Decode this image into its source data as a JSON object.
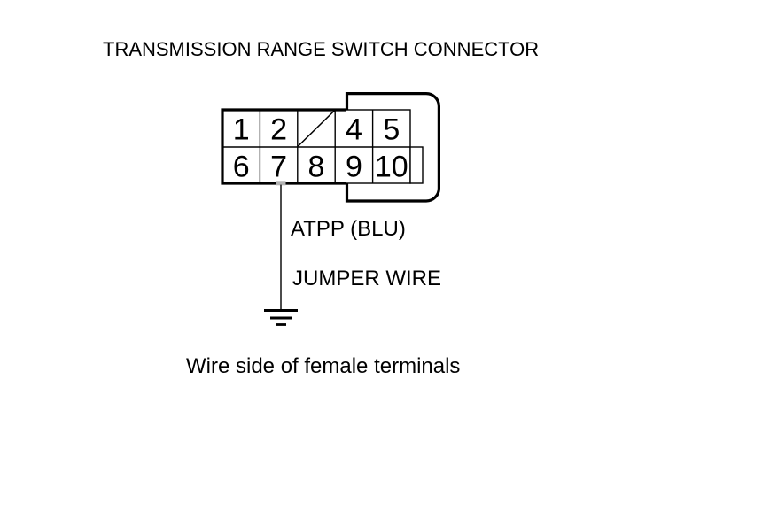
{
  "page": {
    "background_color": "#ffffff",
    "line_color": "#000000",
    "terminal_marker_color": "#b3b3b3"
  },
  "diagram": {
    "title": "TRANSMISSION RANGE SWITCH CONNECTOR",
    "connector": {
      "pin_count": 10,
      "pins": [
        {
          "label": "1",
          "slashed": false
        },
        {
          "label": "2",
          "slashed": false
        },
        {
          "label": "",
          "slashed": true
        },
        {
          "label": "4",
          "slashed": false
        },
        {
          "label": "5",
          "slashed": false
        },
        {
          "label": "6",
          "slashed": false
        },
        {
          "label": "7",
          "slashed": false
        },
        {
          "label": "8",
          "slashed": false
        },
        {
          "label": "9",
          "slashed": false
        },
        {
          "label": "10",
          "slashed": false
        }
      ]
    },
    "wire": {
      "signal_label": "ATPP (BLU)",
      "type_label": "JUMPER WIRE",
      "connected_pin": "7",
      "ground_symbol": true
    },
    "caption": "Wire side of female terminals"
  }
}
